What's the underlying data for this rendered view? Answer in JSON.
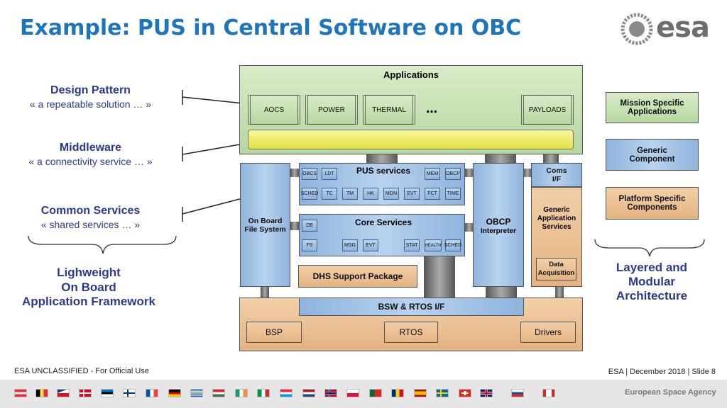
{
  "slide": {
    "title": "Example: PUS in Central Software on OBC",
    "logo_text": "esa",
    "footer_left": "ESA UNCLASSIFIED - For Official Use",
    "footer_right": "ESA |  December 2018 | Slide  8",
    "agency": "European Space Agency"
  },
  "left": {
    "design_pattern": "Design Pattern",
    "design_pattern_sub": "« a repeatable solution … »",
    "middleware": "Middleware",
    "middleware_sub": "« a connectivity service … »",
    "common_services": "Common Services",
    "common_services_sub": "« shared services … »",
    "framework_1": "Lighweight",
    "framework_2": "On Board",
    "framework_3": "Application Framework"
  },
  "legend": {
    "mission": "Mission Specific Applications",
    "generic": "Generic Component",
    "platform": "Platform Specific Components",
    "layered_1": "Layered and",
    "layered_2": "Modular",
    "layered_3": "Architecture"
  },
  "diagram": {
    "applications": "Applications",
    "aocs": "AOCS",
    "power": "POWER",
    "thermal": "THERMAL",
    "ellipsis": "…",
    "payloads": "PAYLOADS",
    "obfs": "On Board File System",
    "pus_services": "PUS services",
    "pus_row1": [
      "OBCS",
      "LDT",
      "MEM",
      "OBCP"
    ],
    "pus_row2": [
      "SCHED",
      "TC",
      "TM",
      "HK",
      "MON",
      "EVT",
      "FCT",
      "TIME"
    ],
    "core_services": "Core Services",
    "core_row1": [
      "DB"
    ],
    "core_row2": [
      "FS",
      "MSG",
      "EVT",
      "STAT",
      "HEALTH",
      "SCHED"
    ],
    "obcp": "OBCP",
    "obcp_sub": "Interpreter",
    "coms": "Coms I/F",
    "generic_app": "Generic Application Services",
    "data_acq": "Data Acquisition",
    "dhs": "DHS Support Package",
    "bsw": "BSW & RTOS I/F",
    "bsp": "BSP",
    "rtos": "RTOS",
    "drivers": "Drivers"
  },
  "colors": {
    "title": "#1d75bc",
    "label": "#2b3a8f",
    "green": "#b6d7a0",
    "blue": "#8fb4dd",
    "tan": "#e4b382",
    "yellow": "#f0f06a"
  },
  "flags": [
    "austria",
    "belgium",
    "czech-republic",
    "denmark",
    "estonia",
    "finland",
    "france",
    "germany",
    "greece",
    "hungary",
    "ireland",
    "italy",
    "luxembourg",
    "netherlands",
    "norway",
    "poland",
    "portugal",
    "romania",
    "spain",
    "sweden",
    "switzerland",
    "united-kingdom",
    "slovenia",
    "canada"
  ]
}
